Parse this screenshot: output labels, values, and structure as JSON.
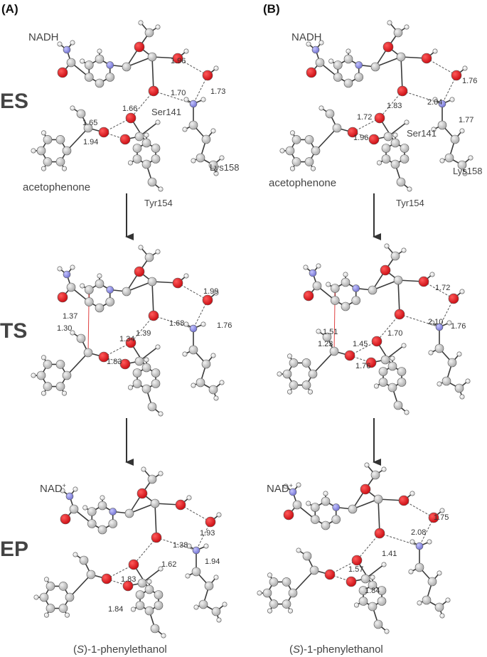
{
  "panels": {
    "a": {
      "label": "(A)"
    },
    "b": {
      "label": "(B)"
    }
  },
  "stages": {
    "es": "ES",
    "ts": "TS",
    "ep": "EP"
  },
  "labels": {
    "nadh": "NADH",
    "nad_plus": "NAD",
    "plus_sup": "+",
    "ser141": "Ser141",
    "tyr154": "Tyr154",
    "lys158": "Lys158",
    "acetophenone": "acetophenone",
    "product_prefix": "(",
    "product_s": "S",
    "product_suffix": ")-1-phenylethanol"
  },
  "distances": {
    "a_es": [
      "1.96",
      "1.73",
      "1.70",
      "1.66",
      "1.65",
      "1.94"
    ],
    "a_ts": [
      "1.99",
      "1.76",
      "1.68",
      "1.39",
      "1.34",
      "1.37",
      "1.30",
      "1.83"
    ],
    "a_ep": [
      "1.93",
      "1.94",
      "1.38",
      "1.62",
      "1.83",
      "1.84"
    ],
    "b_es": [
      "1.76",
      "2.04",
      "1.77",
      "1.83",
      "1.72",
      "1.96"
    ],
    "b_ts": [
      "1.72",
      "2.10",
      "1.76",
      "1.70",
      "1.45",
      "1.51",
      "1.23",
      "1.76"
    ],
    "b_ep": [
      "1.75",
      "2.08",
      "1.41",
      "1.57",
      "1.84"
    ]
  },
  "colors": {
    "carbon": "#c8c8c8",
    "oxygen": "#e0141a",
    "nitrogen": "#8c8ce8",
    "hydrogen": "#ffffff",
    "bond": "#3a3a3a",
    "forming_bond": "#e04040"
  }
}
